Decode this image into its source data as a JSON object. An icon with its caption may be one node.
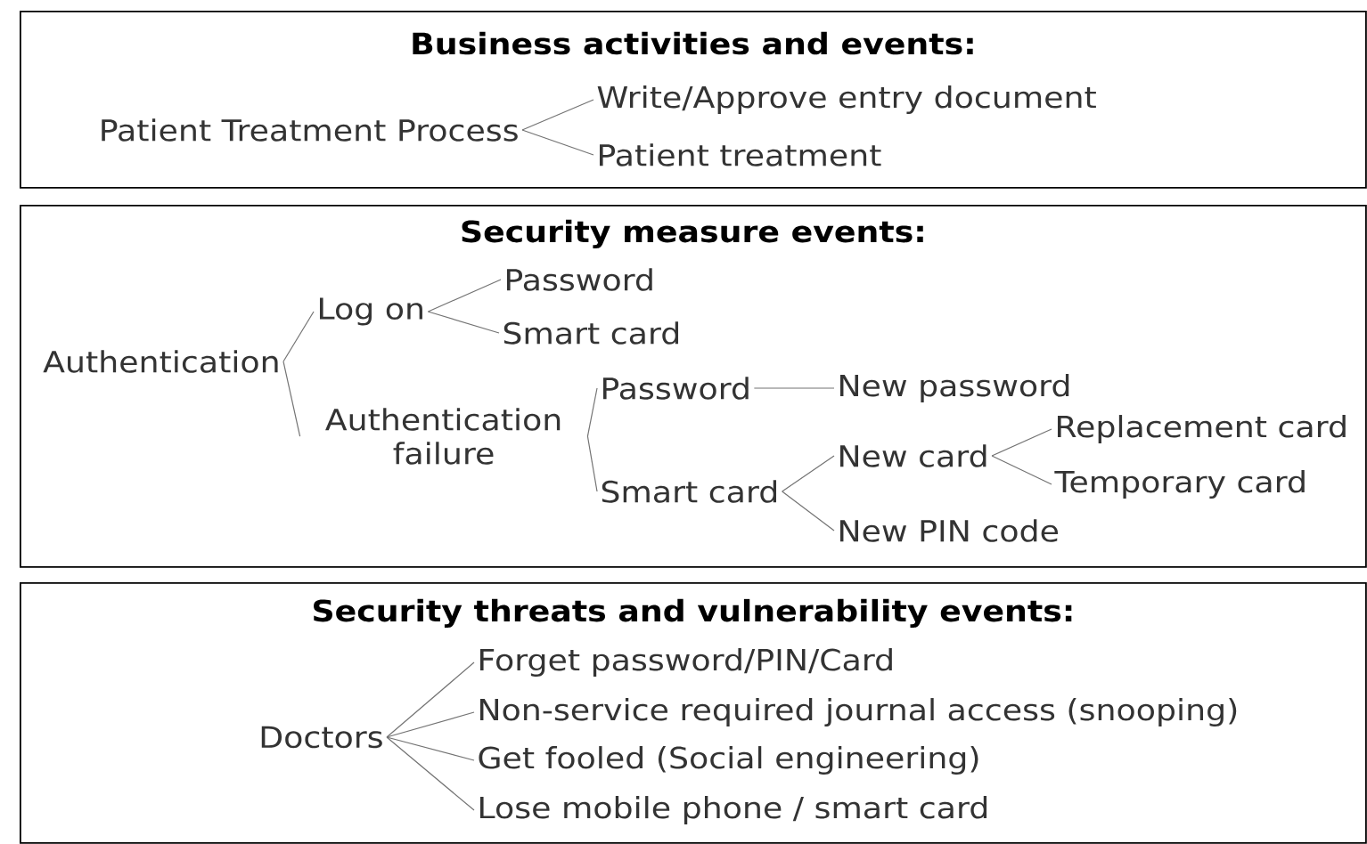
{
  "diagram": {
    "nodes": [
      {
        "text": [
          "Business activities and events:"
        ]
      },
      {
        "text": [
          "Patient Treatment Process"
        ],
        "in": 0
      },
      {
        "text": [
          "Write/Approve entry document"
        ],
        "in": 0
      },
      {
        "text": [
          "Patient treatment"
        ],
        "in": 0
      },
      {
        "text": [
          "Security measure events:"
        ]
      },
      {
        "text": [
          "Authentication"
        ],
        "in": 4
      },
      {
        "text": [
          "Log on"
        ],
        "in": 4
      },
      {
        "text": [
          "Password"
        ],
        "in": 4
      },
      {
        "text": [
          "Smart card"
        ],
        "in": 4
      },
      {
        "text": [
          "Authentication failure"
        ],
        "in": 4
      },
      {
        "text": [
          "Password"
        ],
        "in": 4
      },
      {
        "text": [
          "New password"
        ],
        "in": 4
      },
      {
        "text": [
          "Smart card"
        ],
        "in": 4
      },
      {
        "text": [
          "New card"
        ],
        "in": 4
      },
      {
        "text": [
          "Replacement card"
        ],
        "in": 4
      },
      {
        "text": [
          "Temporary card"
        ],
        "in": 4
      },
      {
        "text": [
          "New PIN code"
        ],
        "in": 4
      },
      {
        "text": [
          "Security threats and vulnerability events:"
        ]
      },
      {
        "text": [
          "Doctors"
        ],
        "in": 17
      },
      {
        "text": [
          "Forget password/PIN/Card"
        ],
        "in": 17
      },
      {
        "text": [
          "Non-service required journal access (snooping)"
        ],
        "in": 17
      },
      {
        "text": [
          "Get fooled (Social engineering)"
        ],
        "in": 17
      },
      {
        "text": [
          "Lose mobile phone / smart card"
        ],
        "in": 17
      }
    ],
    "edges": [
      {
        "from": 1,
        "to": 2,
        "arrow": "none"
      },
      {
        "from": 1,
        "to": 3,
        "arrow": "none"
      },
      {
        "from": 5,
        "to": 6,
        "arrow": "none"
      },
      {
        "from": 5,
        "to": 9,
        "arrow": "none"
      },
      {
        "from": 6,
        "to": 7,
        "arrow": "none"
      },
      {
        "from": 6,
        "to": 8,
        "arrow": "none"
      },
      {
        "from": 9,
        "to": 10,
        "arrow": "none"
      },
      {
        "from": 9,
        "to": 12,
        "arrow": "none"
      },
      {
        "from": 10,
        "to": 11,
        "arrow": "none"
      },
      {
        "from": 12,
        "to": 13,
        "arrow": "none"
      },
      {
        "from": 12,
        "to": 16,
        "arrow": "none"
      },
      {
        "from": 13,
        "to": 14,
        "arrow": "none"
      },
      {
        "from": 13,
        "to": 15,
        "arrow": "none"
      },
      {
        "from": 18,
        "to": 19,
        "arrow": "none"
      },
      {
        "from": 18,
        "to": 20,
        "arrow": "none"
      },
      {
        "from": 18,
        "to": 21,
        "arrow": "none"
      },
      {
        "from": 18,
        "to": 22,
        "arrow": "none"
      }
    ]
  }
}
